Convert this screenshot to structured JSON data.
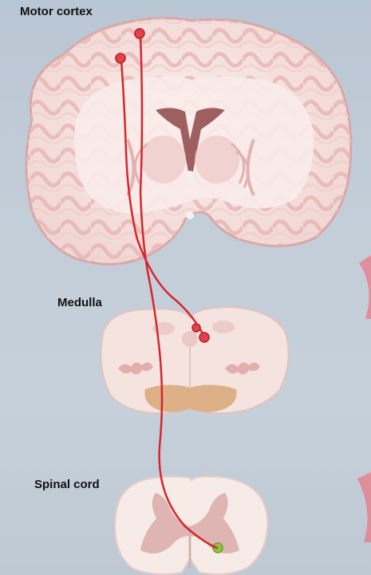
{
  "labels": {
    "motor_cortex": "Motor cortex",
    "medulla": "Medulla",
    "spinal_cord": "Spinal cord"
  },
  "colors": {
    "background": "#c3ced9",
    "tissue": "#f6e4e1",
    "gyri_outline": "#e8b9b8",
    "pathway": "#d6262a",
    "pyramid": "#d9b08a",
    "gray_matter": "#deb5b3",
    "motor_neuron": "#8cc63f"
  }
}
